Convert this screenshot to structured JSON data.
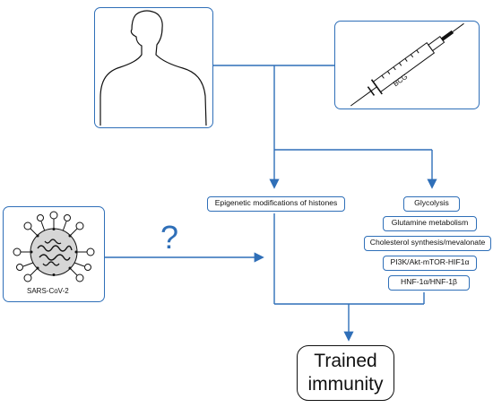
{
  "diagram": {
    "vaccine": {
      "syringe_label": "BCG"
    },
    "virus": {
      "label": "SARS-CoV-2",
      "unknown_link_symbol": "?"
    },
    "epigenetic": {
      "label": "Epigenetic modifications of histones"
    },
    "metabolic_pathways": [
      "Glycolysis",
      "Glutamine metabolism",
      "Cholesterol synthesis/mevalonate",
      "PI3K/Akt-mTOR-HIF1α",
      "HNF-1α/HNF-1β"
    ],
    "outcome": {
      "line1": "Trained",
      "line2": "immunity"
    },
    "colors": {
      "connector": "#2f6fb8",
      "box_border": "#2f6fb8",
      "outcome_border": "#111111"
    }
  }
}
